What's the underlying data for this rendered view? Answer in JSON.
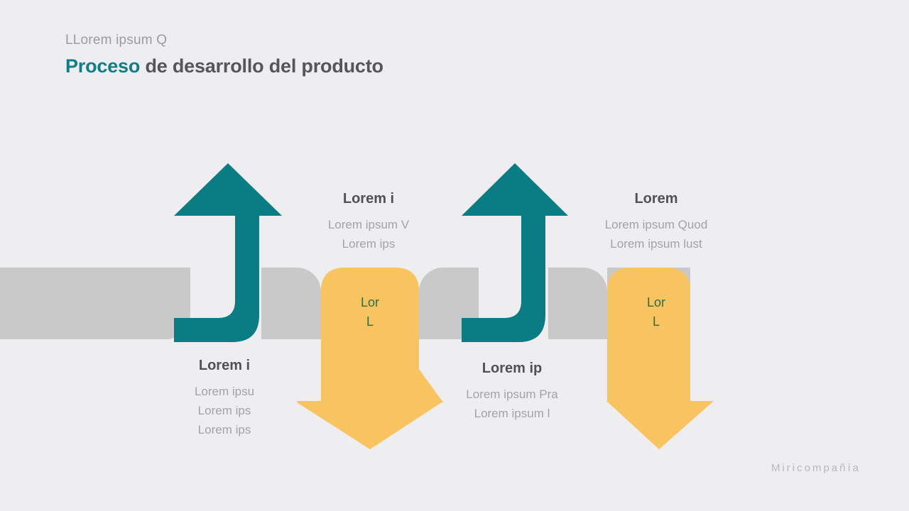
{
  "header": {
    "eyebrow": "LLorem ipsum Q",
    "title_accent": "Proceso",
    "title_rest": " de desarrollo del producto"
  },
  "footer": {
    "brand": "Miricompañía"
  },
  "colors": {
    "background": "#eeedef",
    "band": "#c9c9c9",
    "arrow_up": "#0a7c84",
    "arrow_down": "#f8c45f",
    "title_accent": "#0e7f86",
    "title_text": "#54565a",
    "body_text": "#a3a3a7",
    "arrow_inner_text": "#2f6b44"
  },
  "steps": [
    {
      "id": "step-1",
      "direction": "up",
      "color": "#0a7c84",
      "title": "Lorem i",
      "body": "Lorem ipsu\nLorem ips\nLorem ips",
      "inner_text": ""
    },
    {
      "id": "step-2",
      "direction": "down",
      "color": "#f8c45f",
      "title": "Lorem i",
      "body": "Lorem ipsum V\nLorem ips",
      "inner_text": "Lor\nL"
    },
    {
      "id": "step-3",
      "direction": "up",
      "color": "#0a7c84",
      "title": "Lorem ip",
      "body": "Lorem ipsum Pra\nLorem ipsum l",
      "inner_text": ""
    },
    {
      "id": "step-4",
      "direction": "down",
      "color": "#f8c45f",
      "title": "Lorem",
      "body": "Lorem ipsum Quod\nLorem ipsum lust",
      "inner_text": "Lor\nL"
    }
  ]
}
